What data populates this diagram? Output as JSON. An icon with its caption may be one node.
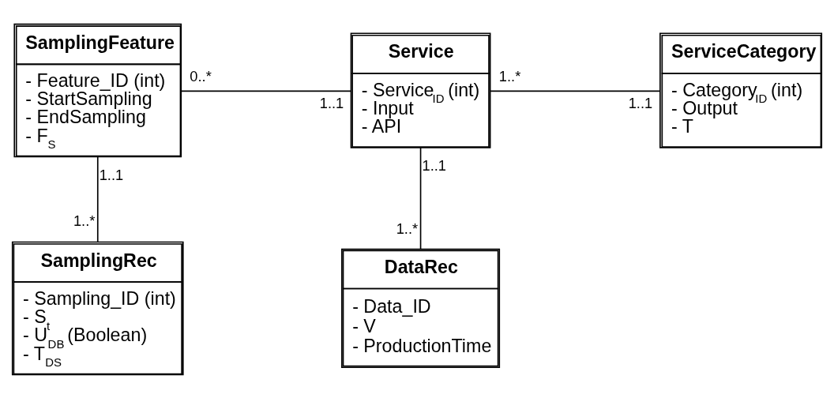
{
  "diagram": {
    "nodes": [
      {
        "text": [
          "SamplingFeature",
          "- Feature_ID (int)",
          "- StartSampling",
          "- EndSampling",
          "- F$_{S}$"
        ]
      },
      {
        "text": [
          "Service",
          "- Service$_{ID}$ (int)",
          "- Input",
          "- API"
        ]
      },
      {
        "text": [
          "ServiceCategory",
          "- Category$_{ID}$ (int)",
          "- Output",
          "- T"
        ]
      },
      {
        "text": [
          "SamplingRec",
          "- Sampling_ID (int)",
          "- S$_{t}$",
          "- U$_{DB}$ (Boolean)",
          "- T$_{DS}$"
        ]
      },
      {
        "text": [
          "DataRec",
          "- Data_ID",
          "- V",
          "- ProductionTime"
        ]
      }
    ],
    "edges": [
      {
        "from": 0,
        "to": 1,
        "arrow": "none"
      },
      {
        "from": 1,
        "to": 2,
        "arrow": "none"
      },
      {
        "from": 0,
        "to": 3,
        "arrow": "none"
      },
      {
        "from": 1,
        "to": 4,
        "arrow": "none"
      }
    ],
    "labels": [
      "0..*",
      "1..1",
      "1..*",
      "1..1",
      "1..1",
      "1..*",
      "1..1",
      "1..*"
    ]
  }
}
